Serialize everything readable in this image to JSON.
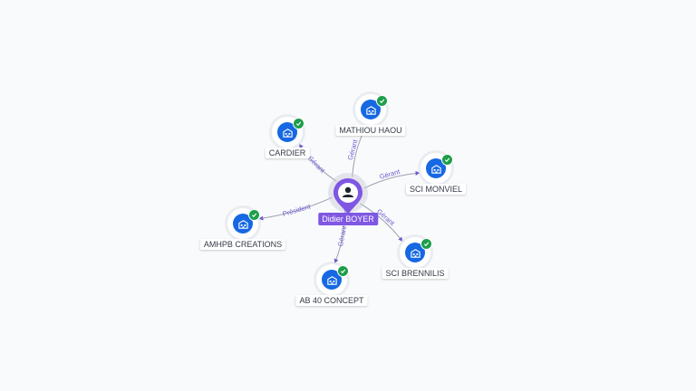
{
  "center": {
    "name": "Didier BOYER",
    "icon": "person-icon",
    "color": "#7f57e3"
  },
  "companies": [
    {
      "id": "mathiou",
      "name": "MATHIOU HAOU",
      "role": "Gérant",
      "icon": "building-icon",
      "status": "check-icon"
    },
    {
      "id": "cardier",
      "name": "CARDIER",
      "role": "Gérant",
      "icon": "building-icon",
      "status": "check-icon"
    },
    {
      "id": "monviel",
      "name": "SCI MONVIEL",
      "role": "Gérant",
      "icon": "building-icon",
      "status": "check-icon"
    },
    {
      "id": "amhpb",
      "name": "AMHPB CREATIONS",
      "role": "Président",
      "icon": "building-icon",
      "status": "check-icon"
    },
    {
      "id": "brennilis",
      "name": "SCI BRENNILIS",
      "role": "Gérant",
      "icon": "building-icon",
      "status": "check-icon"
    },
    {
      "id": "ab40",
      "name": "AB 40 CONCEPT",
      "role": "Gérant",
      "icon": "building-icon",
      "status": "check-icon"
    }
  ],
  "colors": {
    "company": "#1668e3",
    "check": "#1e9e4b",
    "relation_label": "#6d5bd0"
  }
}
